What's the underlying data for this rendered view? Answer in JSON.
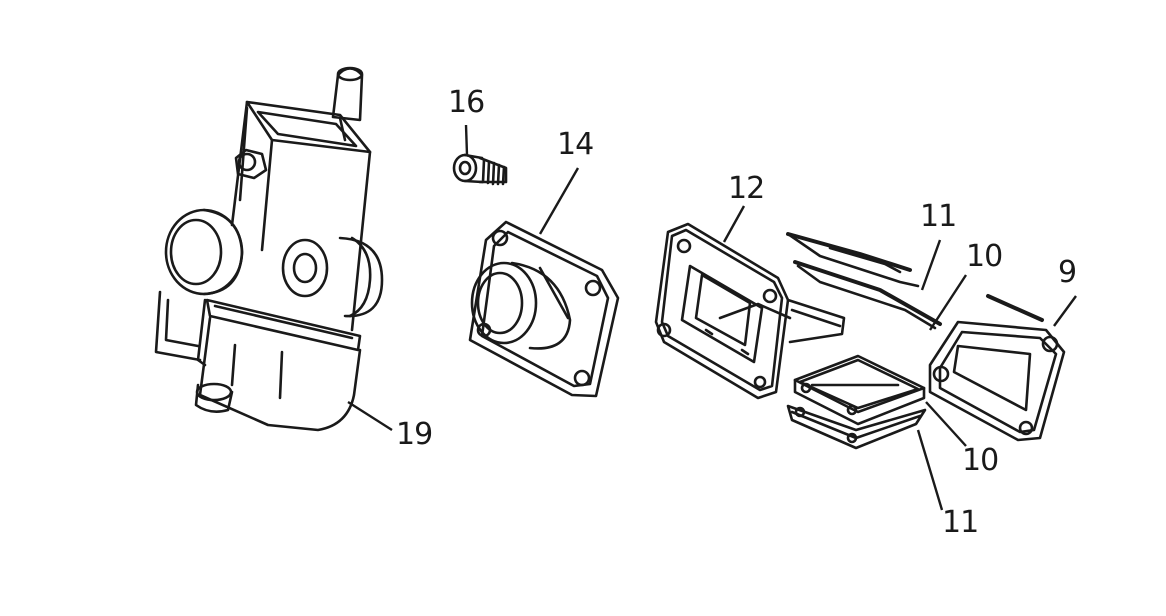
{
  "diagram": {
    "callouts": {
      "c16": "16",
      "c14": "14",
      "c12": "12",
      "c11_top": "11",
      "c10_top": "10",
      "c9": "9",
      "c19": "19",
      "c10_bottom": "10",
      "c11_bottom": "11"
    },
    "parts": [
      {
        "ref": "19",
        "name": "carburetor"
      },
      {
        "ref": "16",
        "name": "screw"
      },
      {
        "ref": "14",
        "name": "intake-manifold"
      },
      {
        "ref": "12",
        "name": "reed-valve-block"
      },
      {
        "ref": "11",
        "name": "reed-petal"
      },
      {
        "ref": "10",
        "name": "reed-stopper"
      },
      {
        "ref": "9",
        "name": "gasket"
      }
    ],
    "colors": {
      "line": "#1a1a1a",
      "background": "#ffffff"
    }
  }
}
